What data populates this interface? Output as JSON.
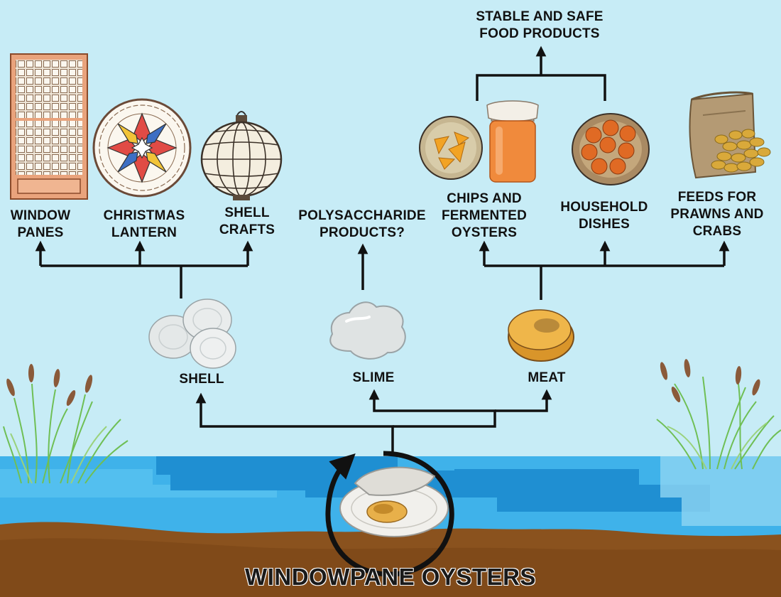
{
  "diagram": {
    "title": "WINDOWPANE OYSTERS",
    "parts": {
      "shell": "SHELL",
      "slime": "SLIME",
      "meat": "MEAT"
    },
    "shell_products": {
      "window_panes": "WINDOW\nPANES",
      "christmas_lantern": "CHRISTMAS\nLANTERN",
      "shell_crafts": "SHELL\nCRAFTS"
    },
    "slime_products": {
      "polysaccharide": "POLYSACCHARIDE\nPRODUCTS?"
    },
    "meat_products": {
      "chips_fermented": "CHIPS AND\nFERMENTED\nOYSTERS",
      "household_dishes": "HOUSEHOLD\nDISHES",
      "feeds": "FEEDS FOR\nPRAWNS AND\nCRABS"
    },
    "outcome": "STABLE AND SAFE\nFOOD PRODUCTS"
  },
  "colors": {
    "sky": "#c7ecf6",
    "water": "#3fb2ea",
    "water_dark": "#1f8fd2",
    "mud": "#8a521e",
    "arrow": "#111111"
  },
  "icons": [
    "window-panes-icon",
    "christmas-lantern-icon",
    "shell-craft-lamp-icon",
    "shell-icon",
    "slime-icon",
    "meat-icon",
    "chips-icon",
    "fermented-jar-icon",
    "household-dishes-icon",
    "feed-sack-icon",
    "oyster-icon",
    "cycle-arrow-icon",
    "cattail-reeds-icon"
  ]
}
